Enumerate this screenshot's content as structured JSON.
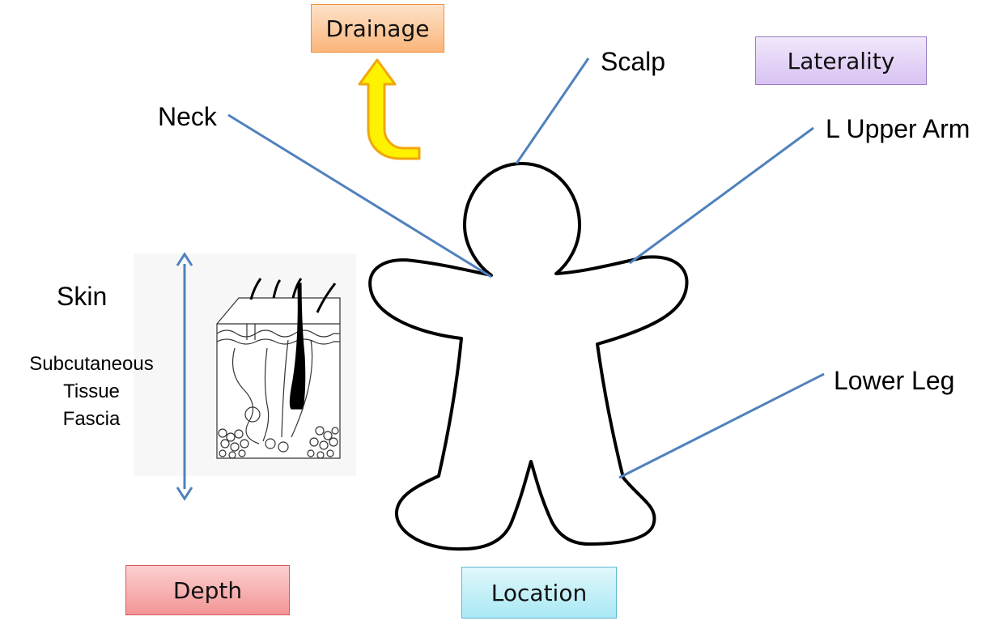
{
  "boxes": {
    "drainage": "Drainage",
    "laterality": "Laterality",
    "depth": "Depth",
    "location": "Location"
  },
  "labels": {
    "scalp": "Scalp",
    "neck": "Neck",
    "l_upper_arm": "L Upper Arm",
    "lower_leg": "Lower Leg",
    "skin": "Skin",
    "subcutaneous": "Subcutaneous",
    "tissue": "Tissue",
    "fascia": "Fascia"
  },
  "colors": {
    "drainage_fill": "#fcc593",
    "drainage_border": "#f0903c",
    "laterality_fill": "#e3d3f7",
    "laterality_border": "#9a7cc4",
    "depth_fill": "#f8a9a9",
    "depth_border": "#d75a5a",
    "location_fill": "#c4f1f8",
    "location_border": "#5fb9d2",
    "leader_line": "#4f81bd",
    "arrow_fill": "#fff200",
    "arrow_stroke": "#f2a60c"
  }
}
